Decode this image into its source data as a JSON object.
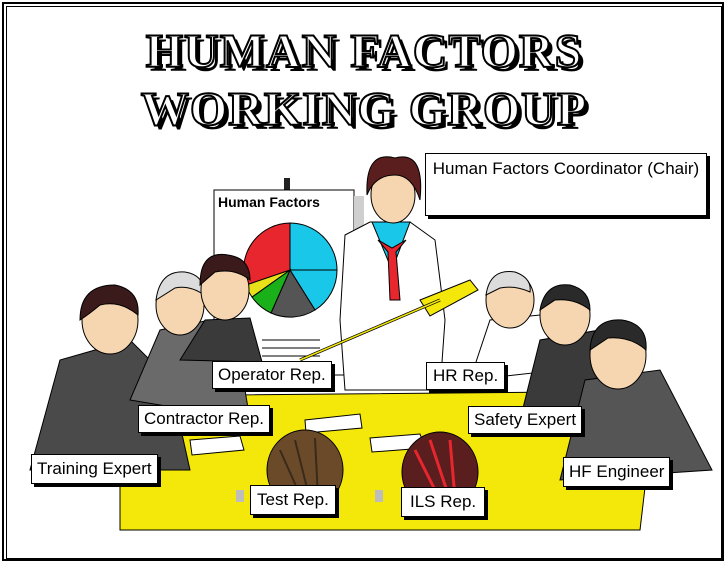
{
  "title": {
    "line1": "HUMAN FACTORS",
    "line2": "WORKING GROUP"
  },
  "easel_chart": {
    "title": "Human Factors",
    "slice_colors": [
      "#e8262e",
      "#19c8e8",
      "#555555",
      "#19b019",
      "#e8e019",
      "#e8262e"
    ]
  },
  "labels": {
    "coordinator": "Human Factors Coordinator (Chair)",
    "operator": "Operator Rep.",
    "hr": "HR Rep.",
    "contractor": "Contractor Rep.",
    "safety": "Safety Expert",
    "training": "Training Expert",
    "hf_engineer": "HF Engineer",
    "test": "Test Rep.",
    "ils": "ILS Rep."
  },
  "colors": {
    "table": "#f4e80a",
    "suit": "#6a6a6a",
    "dark_suit": "#3a3a3a",
    "hair_dark": "#5a1e1e",
    "skin": "#f6d6b0"
  }
}
